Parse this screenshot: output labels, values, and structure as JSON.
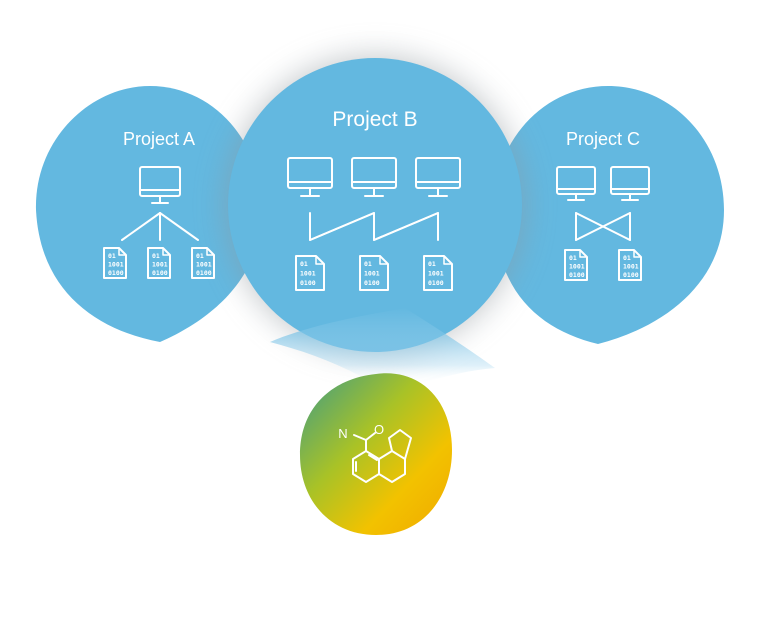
{
  "colors": {
    "bubble": "#63B8E0",
    "shadow": "#9AA3AA",
    "line": "#FFFFFF",
    "hub_gradient": [
      "#3E9C86",
      "#A8C227",
      "#F2C200",
      "#F0A800"
    ]
  },
  "projects": [
    {
      "label": "Project A",
      "monitors": 1,
      "files": 3
    },
    {
      "label": "Project B",
      "monitors": 3,
      "files": 3
    },
    {
      "label": "Project C",
      "monitors": 2,
      "files": 2
    }
  ],
  "file_lines": [
    "01",
    "1001",
    "0100"
  ],
  "hub": {
    "icon": "chemical-structure-icon",
    "atom_labels": [
      "N",
      "O"
    ]
  }
}
